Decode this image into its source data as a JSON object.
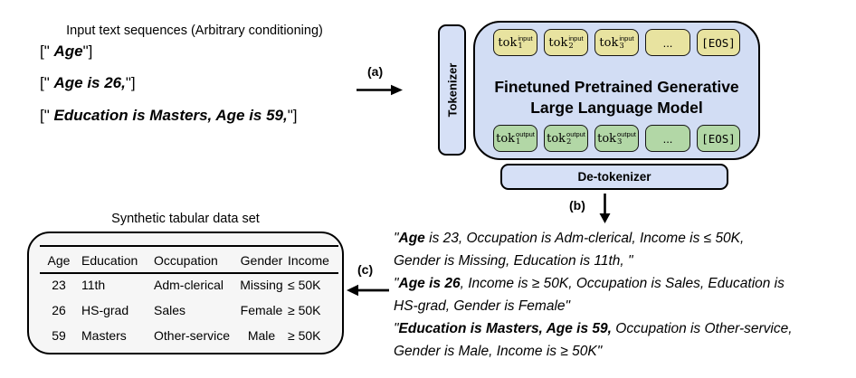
{
  "colors": {
    "llm_box_fill": "#d2ddf4",
    "tokenizer_fill": "#d6e0f6",
    "input_token_fill": "#e8e3a0",
    "output_token_fill": "#b2d7a6",
    "table_fill": "#f6f6f6",
    "border": "#000000"
  },
  "input_panel": {
    "title": "Input text sequences (Arbitrary conditioning)",
    "sequences": [
      {
        "prefix": "[\" ",
        "bold": "Age",
        "suffix": "\"]"
      },
      {
        "prefix": "[\" ",
        "bold": "Age is 26,",
        "suffix": "\"]"
      },
      {
        "prefix": "[\" ",
        "bold": "Education is Masters, Age is 59,",
        "suffix": "\"]"
      }
    ]
  },
  "steps": {
    "a": "(a)",
    "b": "(b)",
    "c": "(c)"
  },
  "model": {
    "tokenizer_label": "Tokenizer",
    "detokenizer_label": "De-tokenizer",
    "title_line1": "Finetuned Pretrained Generative",
    "title_line2": "Large Language Model",
    "input_tokens": [
      {
        "base": "tok",
        "sub": "1",
        "sup": "input"
      },
      {
        "base": "tok",
        "sub": "2",
        "sup": "input"
      },
      {
        "base": "tok",
        "sub": "3",
        "sup": "input"
      },
      {
        "label": "..."
      },
      {
        "label": "[EOS]"
      }
    ],
    "output_tokens": [
      {
        "base": "tok",
        "sub": "1",
        "sup": "output"
      },
      {
        "base": "tok",
        "sub": "2",
        "sup": "output"
      },
      {
        "base": "tok",
        "sub": "3",
        "sup": "output"
      },
      {
        "label": "..."
      },
      {
        "label": "[EOS]"
      }
    ]
  },
  "generated_text": {
    "paragraphs": [
      {
        "quote": "\"",
        "bold": "Age",
        "rest_a": " is 23, Occupation is Adm-clerical, Income is ≤ 50K,",
        "rest_b": "Gender is Missing, Education is 11th, \""
      },
      {
        "quote": "\"",
        "bold": "Age is 26",
        "rest_a": ", Income is ≥ 50K, Occupation is Sales, Education is",
        "rest_b": "HS-grad, Gender is Female\""
      },
      {
        "quote": "\"",
        "bold": "Education is Masters, Age is 59,",
        "rest_a": " Occupation is Other-service,",
        "rest_b": "Gender is Male, Income is ≥ 50K\""
      }
    ]
  },
  "table": {
    "title": "Synthetic tabular data set",
    "headers": [
      "Age",
      "Education",
      "Occupation",
      "Gender",
      "Income"
    ],
    "rows": [
      [
        "23",
        "11th",
        "Adm-clerical",
        "Missing",
        "≤ 50K"
      ],
      [
        "26",
        "HS-grad",
        "Sales",
        "Female",
        "≥ 50K"
      ],
      [
        "59",
        "Masters",
        "Other-service",
        "Male",
        "≥ 50K"
      ]
    ]
  }
}
